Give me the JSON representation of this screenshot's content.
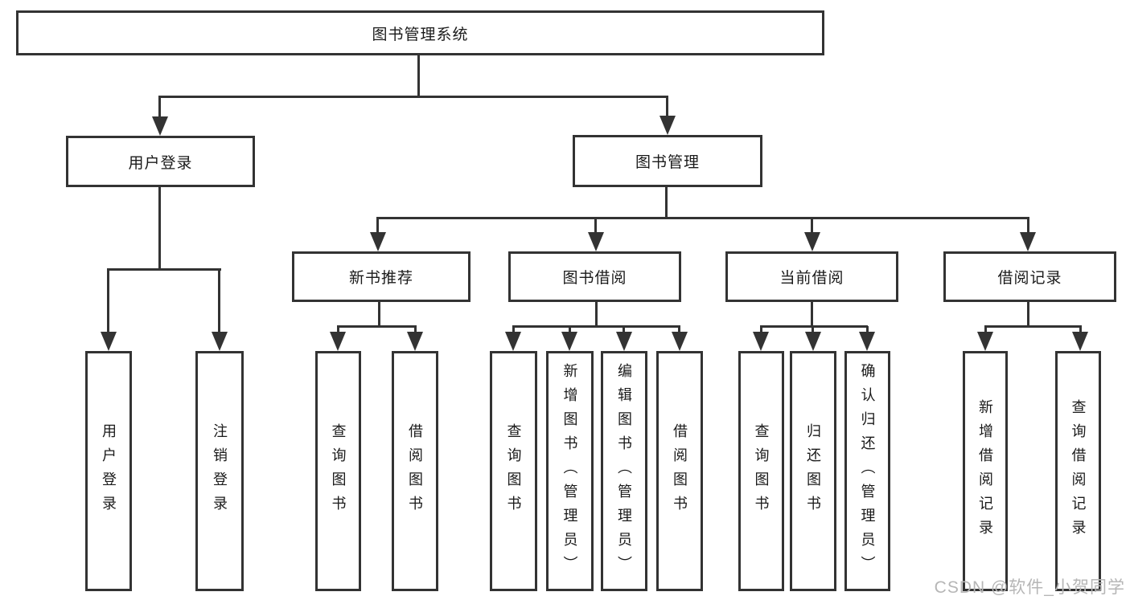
{
  "diagram": {
    "type": "hierarchy-tree",
    "root": {
      "label": "图书管理系统"
    },
    "children": [
      {
        "label": "用户登录",
        "children": [
          {
            "label": "用户登录"
          },
          {
            "label": "注销登录"
          }
        ]
      },
      {
        "label": "图书管理",
        "children": [
          {
            "label": "新书推荐",
            "children": [
              {
                "label": "查询图书"
              },
              {
                "label": "借阅图书"
              }
            ]
          },
          {
            "label": "图书借阅",
            "children": [
              {
                "label": "查询图书"
              },
              {
                "label": "新增图书（管理员）"
              },
              {
                "label": "编辑图书（管理员）"
              },
              {
                "label": "借阅图书"
              }
            ]
          },
          {
            "label": "当前借阅",
            "children": [
              {
                "label": "查询图书"
              },
              {
                "label": "归还图书"
              },
              {
                "label": "确认归还（管理员）"
              }
            ]
          },
          {
            "label": "借阅记录",
            "children": [
              {
                "label": "新增借阅记录"
              },
              {
                "label": "查询借阅记录"
              }
            ]
          }
        ]
      }
    ]
  },
  "watermark": {
    "text": "CSDN @软件_小贺同学"
  },
  "colors": {
    "line": "#333333",
    "box_border": "#333333",
    "text": "#1a1a1a",
    "background": "#ffffff",
    "watermark": "#b6b6b6"
  }
}
